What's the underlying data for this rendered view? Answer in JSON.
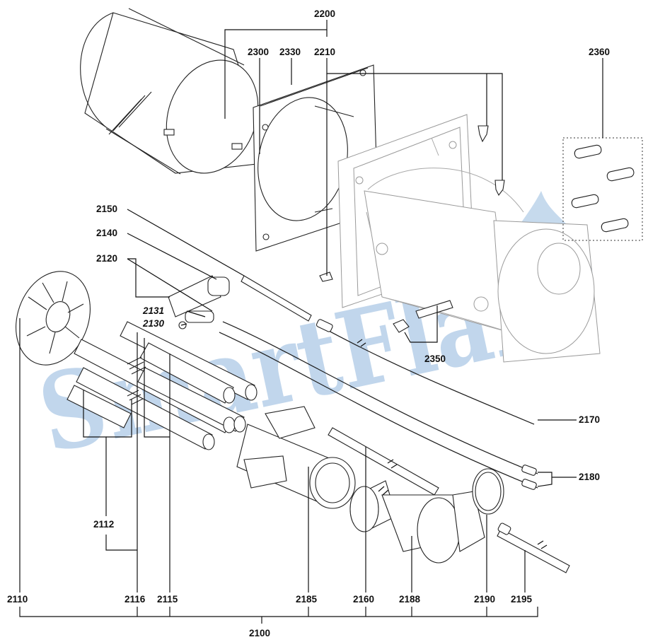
{
  "watermark": "SmartFlam",
  "callouts": {
    "c2200": "2200",
    "c2300": "2300",
    "c2330": "2330",
    "c2210": "2210",
    "c2360": "2360",
    "c2150": "2150",
    "c2140": "2140",
    "c2120": "2120",
    "c2131": "2131",
    "c2130": "2130",
    "c2350": "2350",
    "c2170": "2170",
    "c2180": "2180",
    "c2112": "2112",
    "c2110": "2110",
    "c2116": "2116",
    "c2115": "2115",
    "c2185": "2185",
    "c2160": "2160",
    "c2188": "2188",
    "c2190": "2190",
    "c2195": "2195",
    "c2100": "2100"
  },
  "colors": {
    "line": "#111111",
    "ghost": "#9a9a9a",
    "watermark": "#8fb6dd"
  }
}
